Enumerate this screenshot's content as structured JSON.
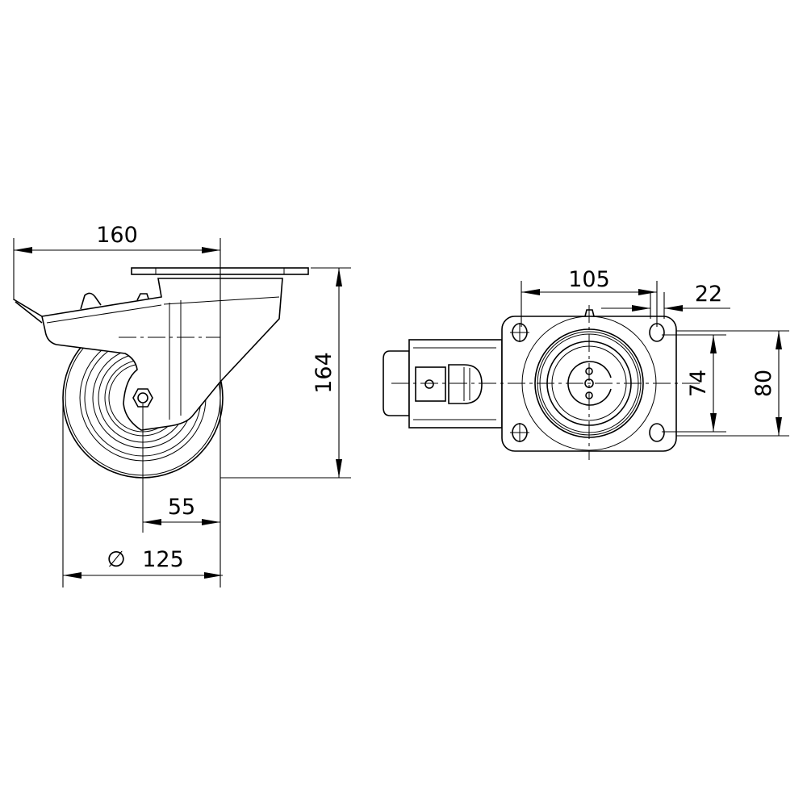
{
  "drawing": {
    "side_view": {
      "width_label": "160",
      "height_label": "164",
      "offset_label": "55",
      "diameter_symbol": "∅",
      "diameter_label": "125"
    },
    "top_view": {
      "hole_spacing_x_label": "105",
      "hole_size_label": "22",
      "hole_spacing_y_label": "74",
      "plate_width_label": "80"
    }
  }
}
